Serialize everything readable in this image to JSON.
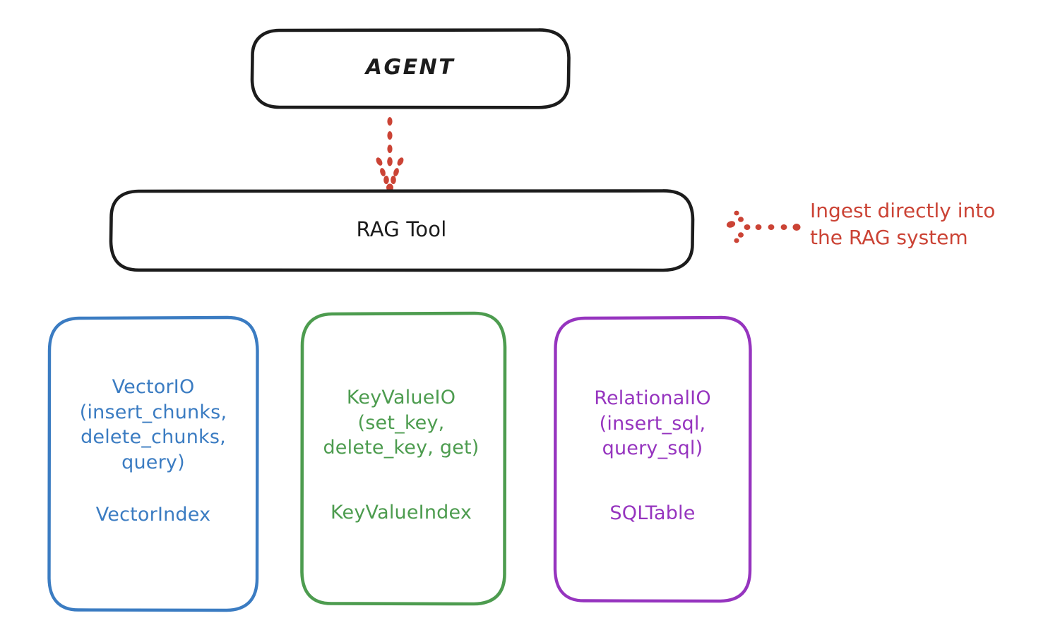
{
  "diagram": {
    "title_hidden": "RAG Tool architecture",
    "background": "#ffffff",
    "nodes": {
      "agent": {
        "label": "AGENT",
        "stroke": "#1c1c1c",
        "fill": "#ffffff"
      },
      "rag_tool": {
        "label": "RAG Tool",
        "stroke": "#1c1c1c",
        "fill": "#ffffff"
      },
      "vector_store": {
        "ops": "VectorIO\n(insert_chunks,\ndelete_chunks,\nquery)",
        "index": "VectorIndex",
        "stroke": "#3b7cc2",
        "fill": "#ffffff"
      },
      "keyvalue_store": {
        "ops": "KeyValueIO\n(set_key,\ndelete_key, get)",
        "index": "KeyValueIndex",
        "stroke": "#4d9c4f",
        "fill": "#ffffff"
      },
      "relational_store": {
        "ops": "RelationalIO\n(insert_sql,\nquery_sql)",
        "index": "SQLTable",
        "stroke": "#9634bf",
        "fill": "#ffffff"
      }
    },
    "edges": {
      "agent_to_rag": {
        "style": "dotted-arrow",
        "direction": "down",
        "color": "#cb4335"
      },
      "ingest_arrow": {
        "style": "dotted-arrow",
        "direction": "left",
        "color": "#cb4335"
      }
    },
    "annotations": {
      "ingest": {
        "text": "Ingest directly into\nthe RAG system",
        "color": "#cb4335"
      }
    }
  }
}
